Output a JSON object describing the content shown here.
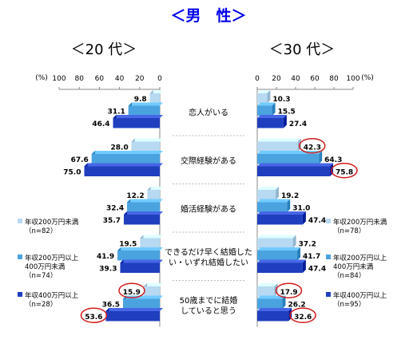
{
  "page": {
    "title": "＜男　性＞",
    "left_heading": "＜20 代＞",
    "right_heading": "＜30 代＞",
    "unit_label": "(%)"
  },
  "colors": {
    "title": "#0000ee",
    "band_light": "#b7d9f2",
    "band_mid": "#4aa3df",
    "band_dark": "#1f3fbf",
    "circle": "#d21c1c",
    "axis": "#888888",
    "separator": "#bbbbbb"
  },
  "chart_data": [
    {
      "type": "bar",
      "orientation": "horizontal",
      "direction": "right-to-left",
      "title": "＜20 代＞",
      "xlabel": "(%)",
      "xlim": [
        0,
        100
      ],
      "xticks": [
        "100",
        "80",
        "60",
        "40",
        "20",
        "0"
      ],
      "categories": [
        "恋人がいる",
        "交際経験がある",
        "婚活経験がある",
        "できるだけ早く結婚したい・いずれ結婚したい",
        "50歳までに結婚していると思う"
      ],
      "series": [
        {
          "name": "年収200万円未満",
          "n_label": "（n=82）",
          "values": [
            9.8,
            28.0,
            12.2,
            19.5,
            15.9
          ]
        },
        {
          "name": "年収200万円以上400万円未満",
          "n_label": "（n=74）",
          "values": [
            31.1,
            67.6,
            32.4,
            41.9,
            36.5
          ]
        },
        {
          "name": "年収400万円以上",
          "n_label": "（n=28）",
          "values": [
            46.4,
            75.0,
            35.7,
            39.3,
            53.6
          ]
        }
      ],
      "circled": [
        [
          0,
          4
        ],
        [
          2,
          4
        ]
      ],
      "legend_position": "left"
    },
    {
      "type": "bar",
      "orientation": "horizontal",
      "direction": "left-to-right",
      "title": "＜30 代＞",
      "xlabel": "(%)",
      "xlim": [
        0,
        100
      ],
      "xticks": [
        "0",
        "20",
        "40",
        "60",
        "80",
        "100"
      ],
      "categories": [
        "恋人がいる",
        "交際経験がある",
        "婚活経験がある",
        "できるだけ早く結婚したい・いずれ結婚したい",
        "50歳までに結婚していると思う"
      ],
      "series": [
        {
          "name": "年収200万円未満",
          "n_label": "（n=78）",
          "values": [
            10.3,
            42.3,
            19.2,
            37.2,
            17.9
          ]
        },
        {
          "name": "年収200万円以上400万円未満",
          "n_label": "（n=84）",
          "values": [
            15.5,
            64.3,
            31.0,
            41.7,
            26.2
          ]
        },
        {
          "name": "年収400万円以上",
          "n_label": "（n=95）",
          "values": [
            27.4,
            75.8,
            47.4,
            47.4,
            32.6
          ]
        }
      ],
      "circled": [
        [
          0,
          1
        ],
        [
          2,
          1
        ],
        [
          0,
          4
        ],
        [
          2,
          4
        ]
      ],
      "legend_position": "right"
    }
  ],
  "category_labels": [
    {
      "lines": [
        "恋人がいる"
      ]
    },
    {
      "lines": [
        "交際経験がある"
      ]
    },
    {
      "lines": [
        "婚活経験がある"
      ]
    },
    {
      "lines": [
        "できるだけ早く結婚した",
        "い・いずれ結婚したい"
      ]
    },
    {
      "lines": [
        "50歳までに結婚",
        "していると思う"
      ]
    }
  ],
  "legends": {
    "left": [
      {
        "lines": [
          "年収200万円未満",
          "（n=82）"
        ]
      },
      {
        "lines": [
          "年収200万円以上",
          "400万円未満",
          "（n=74）"
        ]
      },
      {
        "lines": [
          "年収400万円以上",
          "（n=28）"
        ]
      }
    ],
    "right": [
      {
        "lines": [
          "年収200万円未満",
          "（n=78）"
        ]
      },
      {
        "lines": [
          "年収200万円以上",
          "400万円未満",
          "（n=84）"
        ]
      },
      {
        "lines": [
          "年収400万円以上",
          "（n=95）"
        ]
      }
    ]
  }
}
